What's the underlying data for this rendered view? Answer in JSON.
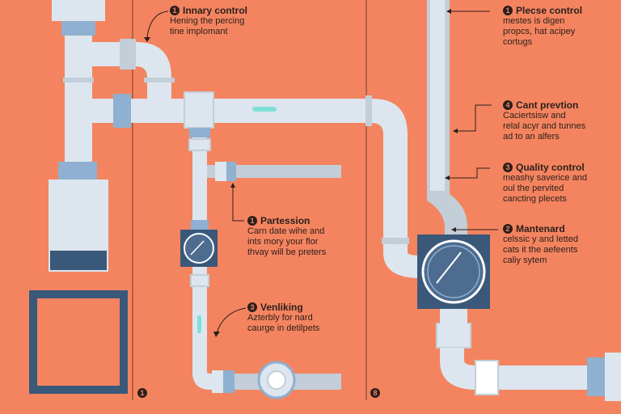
{
  "callouts": {
    "primary": {
      "num": "1",
      "title": "Innary control",
      "lines": [
        "Hening the percing",
        "tine implomant"
      ]
    },
    "pressure": {
      "num": "1",
      "title": "Plecse control",
      "lines": [
        "mestes is digen",
        "propcs, hat acipey",
        "cortugs"
      ]
    },
    "cant": {
      "num": "4",
      "title": "Cant prevtion",
      "lines": [
        "Caciertsisw and",
        "relal acyr and tunnes",
        "ad to an alfers"
      ]
    },
    "quality": {
      "num": "3",
      "title": "Quality control",
      "lines": [
        "meashy saverice and",
        "oul the pervited",
        "cancting plecets"
      ]
    },
    "partession": {
      "num": "1",
      "title": "Partession",
      "lines": [
        "Carn date wihe and",
        "ints mory your flor",
        "thvay will be preters"
      ]
    },
    "maintenance": {
      "num": "2",
      "title": "Mantenard",
      "lines": [
        "celssic y and letted",
        "cats it the aefeents",
        "caliy sytem"
      ]
    },
    "venting": {
      "num": "3",
      "title": "Venliking",
      "lines": [
        "Azterbly for nard",
        "caurge in detilpets"
      ]
    }
  },
  "markers": {
    "left": "1",
    "right": "8"
  },
  "colors": {
    "background": "#f4845f",
    "pipe": "#dde6ee",
    "pipe_shadow": "#c3ced8",
    "joint": "#8fb0d0",
    "dark_panel": "#3a587a",
    "ink": "#2a1f1c"
  }
}
